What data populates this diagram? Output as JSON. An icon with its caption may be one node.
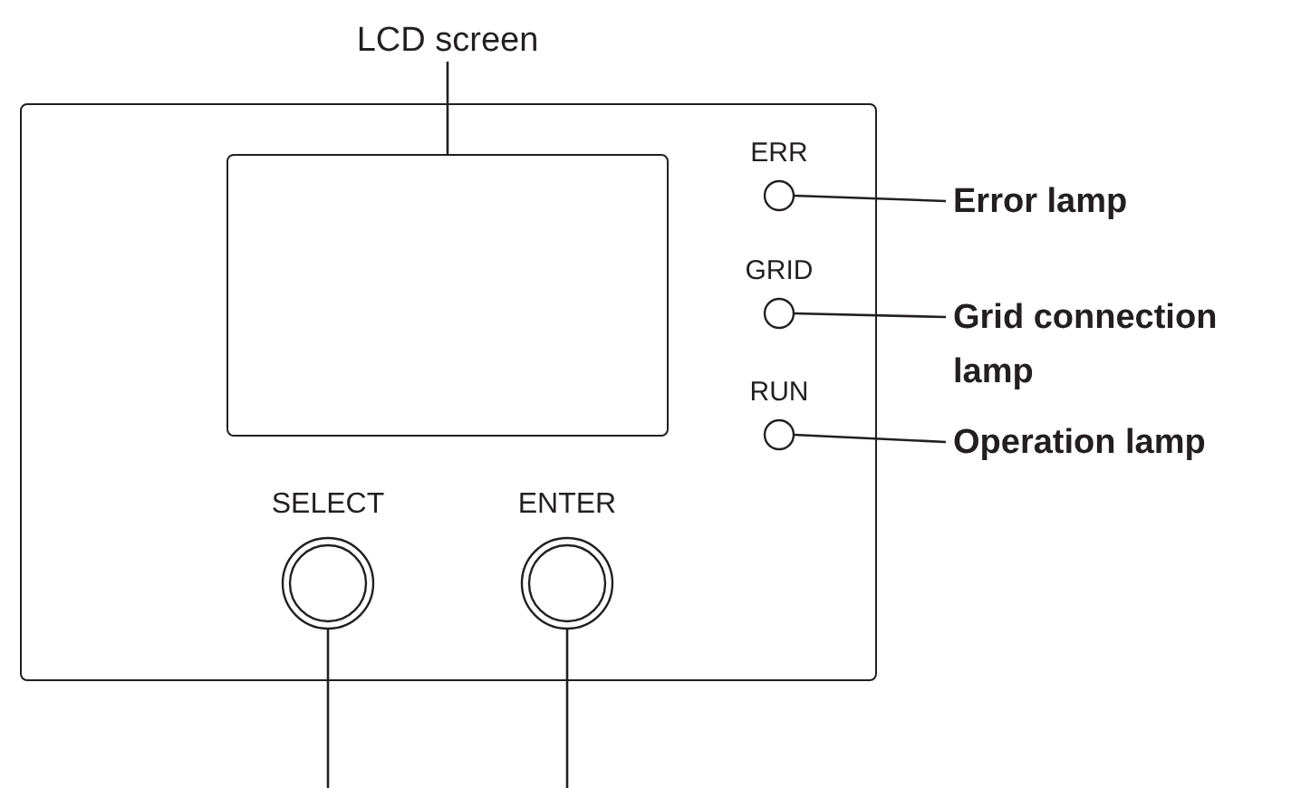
{
  "diagram": {
    "nodes": [
      {
        "text": [],
        "shape": "box"
      },
      {
        "text": [],
        "shape": "box",
        "in": 0
      },
      {
        "text": [
          "ERR"
        ],
        "in": 0
      },
      {
        "text": [
          "GRID"
        ],
        "in": 0
      },
      {
        "text": [
          "RUN"
        ],
        "in": 0
      },
      {
        "text": [
          "SELECT"
        ],
        "in": 0
      },
      {
        "text": [
          "ENTER"
        ],
        "in": 0
      },
      {
        "text": [
          "LCD screen"
        ]
      },
      {
        "text": [
          "Error lamp"
        ]
      },
      {
        "text": [
          "Grid connection lamp"
        ]
      },
      {
        "text": [
          "Operation lamp"
        ]
      }
    ],
    "edges": [
      {
        "from": 7,
        "to": 1,
        "arrow": "none"
      },
      {
        "from": 8,
        "to": 2,
        "arrow": "none"
      },
      {
        "from": 9,
        "to": 3,
        "arrow": "none"
      },
      {
        "from": 10,
        "to": 4,
        "arrow": "none"
      },
      {
        "from": 5,
        "to": null,
        "arrow": "none"
      },
      {
        "from": 6,
        "to": null,
        "arrow": "none"
      }
    ]
  }
}
